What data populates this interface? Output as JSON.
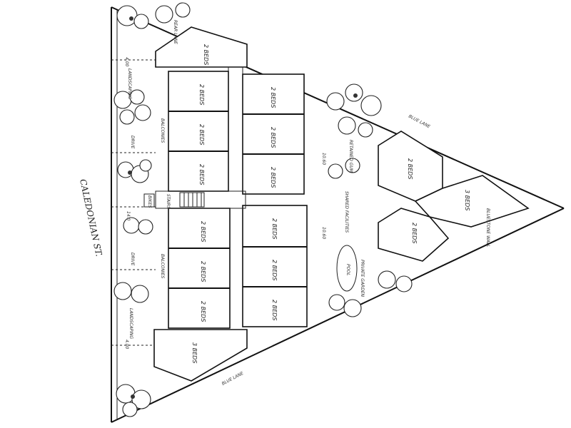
{
  "street_name": "CALEDONIAN ST.",
  "units": {
    "top_end": "2 BEDS",
    "top_row_left": [
      "2 BEDS",
      "2 BEDS",
      "2 BEDS"
    ],
    "top_row_right": [
      "2 BEDS",
      "2 BEDS",
      "2 BEDS"
    ],
    "bottom_row_left": [
      "2 BEDS",
      "2 BEDS",
      "2 BEDS"
    ],
    "bottom_row_right": [
      "2 BEDS",
      "2 BEDS",
      "2 BEDS"
    ],
    "bottom_end": "3 BEDS",
    "right_cluster": [
      "2 BEDS",
      "2 BEDS",
      "3 BEDS"
    ]
  },
  "annotations": {
    "balconies_top": "BALCONIES",
    "balconies_bottom": "BALCONIES",
    "landscaping_top": "LANDSCAPING",
    "landscaping_bottom": "LANDSCAPING",
    "drive_top": "DRIVE",
    "drive_bottom": "DRIVE",
    "bikes": "BIKES",
    "stairs": "STAIRS",
    "shared_facilities": "SHARED FACILITIES",
    "dimension_top": "10.60",
    "dimension_bottom": "10.60",
    "dim_4_top": "4.00",
    "dim_4_bottom": "4.00",
    "dim_14": "14.0",
    "retained_gum": "RETAINED GUM",
    "rear_lane": "REAR LANE",
    "boundary_note": "BLUESTONE WALL",
    "courtyard_note": "POOL",
    "garden_note": "PRIVATE GARDEN",
    "lane_top": "BLUE LANE",
    "lane_bottom": "BLUE LANE"
  }
}
